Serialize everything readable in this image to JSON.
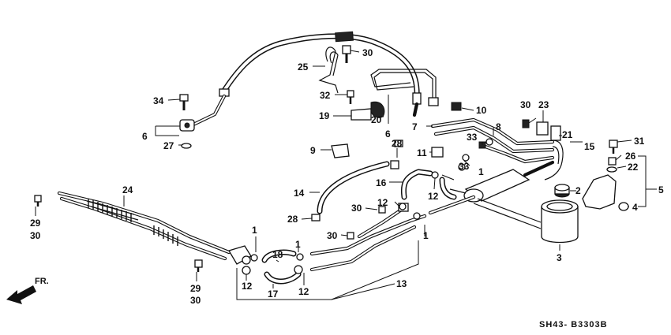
{
  "diagram": {
    "diagram_code": "SH43- B3303B",
    "direction_label": "FR.",
    "callouts": [
      {
        "id": "c1a",
        "text": "1"
      },
      {
        "id": "c1b",
        "text": "1"
      },
      {
        "id": "c1c",
        "text": "1"
      },
      {
        "id": "c1d",
        "text": "1"
      },
      {
        "id": "c2",
        "text": "2"
      },
      {
        "id": "c3",
        "text": "3"
      },
      {
        "id": "c4",
        "text": "4"
      },
      {
        "id": "c5",
        "text": "5"
      },
      {
        "id": "c6a",
        "text": "6"
      },
      {
        "id": "c6b",
        "text": "6"
      },
      {
        "id": "c7",
        "text": "7"
      },
      {
        "id": "c8",
        "text": "8"
      },
      {
        "id": "c9",
        "text": "9"
      },
      {
        "id": "c10",
        "text": "10"
      },
      {
        "id": "c11",
        "text": "11"
      },
      {
        "id": "c12a",
        "text": "12"
      },
      {
        "id": "c12b",
        "text": "12"
      },
      {
        "id": "c12c",
        "text": "12"
      },
      {
        "id": "c12d",
        "text": "12"
      },
      {
        "id": "c13",
        "text": "13"
      },
      {
        "id": "c14",
        "text": "14"
      },
      {
        "id": "c15",
        "text": "15"
      },
      {
        "id": "c16",
        "text": "16"
      },
      {
        "id": "c17",
        "text": "17"
      },
      {
        "id": "c18",
        "text": "18"
      },
      {
        "id": "c19",
        "text": "19"
      },
      {
        "id": "c20",
        "text": "20"
      },
      {
        "id": "c21",
        "text": "21"
      },
      {
        "id": "c22",
        "text": "22"
      },
      {
        "id": "c23",
        "text": "23"
      },
      {
        "id": "c24",
        "text": "24"
      },
      {
        "id": "c25",
        "text": "25"
      },
      {
        "id": "c26",
        "text": "26"
      },
      {
        "id": "c27",
        "text": "27"
      },
      {
        "id": "c28a",
        "text": "28"
      },
      {
        "id": "c28b",
        "text": "28"
      },
      {
        "id": "c29a",
        "text": "29"
      },
      {
        "id": "c29b",
        "text": "29"
      },
      {
        "id": "c30a",
        "text": "30"
      },
      {
        "id": "c30b",
        "text": "30"
      },
      {
        "id": "c30c",
        "text": "30"
      },
      {
        "id": "c30d",
        "text": "30"
      },
      {
        "id": "c30e",
        "text": "30"
      },
      {
        "id": "c30f",
        "text": "30"
      },
      {
        "id": "c31",
        "text": "31"
      },
      {
        "id": "c32",
        "text": "32"
      },
      {
        "id": "c33a",
        "text": "33"
      },
      {
        "id": "c33b",
        "text": "33"
      },
      {
        "id": "c34",
        "text": "34"
      }
    ]
  }
}
